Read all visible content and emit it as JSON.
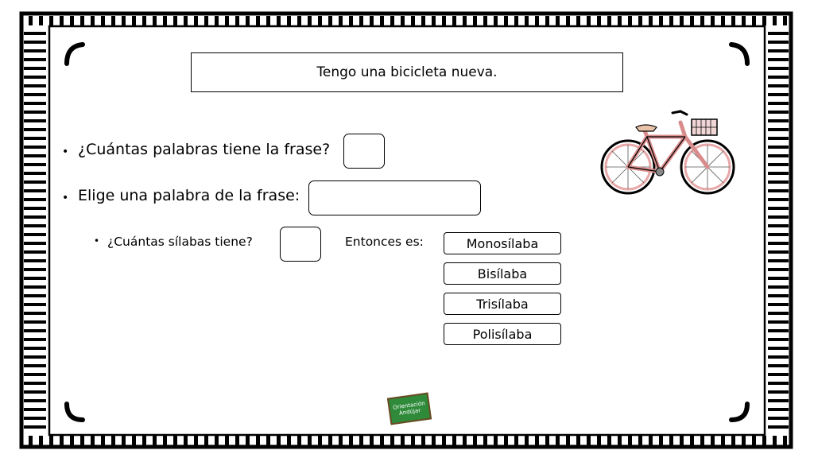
{
  "sentence": "Tengo una bicicleta nueva.",
  "questions": {
    "q1": "¿Cuántas palabras tiene la frase?",
    "q2": "Elige una palabra de la frase:",
    "q3": "¿Cuántas sílabas tiene?",
    "then_label": "Entonces es:"
  },
  "options": [
    "Monosílaba",
    "Bisílaba",
    "Trisílaba",
    "Polisílaba"
  ],
  "bullet_glyph": "•",
  "logo": {
    "line1": "Orientación",
    "line2": "Andújar"
  },
  "icons": {
    "illustration": "bicycle-icon",
    "logo": "orientacion-andujar-logo"
  },
  "colors": {
    "bike": "#e8a8a8",
    "logo_bg": "#2f8a3a",
    "frame": "#000000"
  }
}
